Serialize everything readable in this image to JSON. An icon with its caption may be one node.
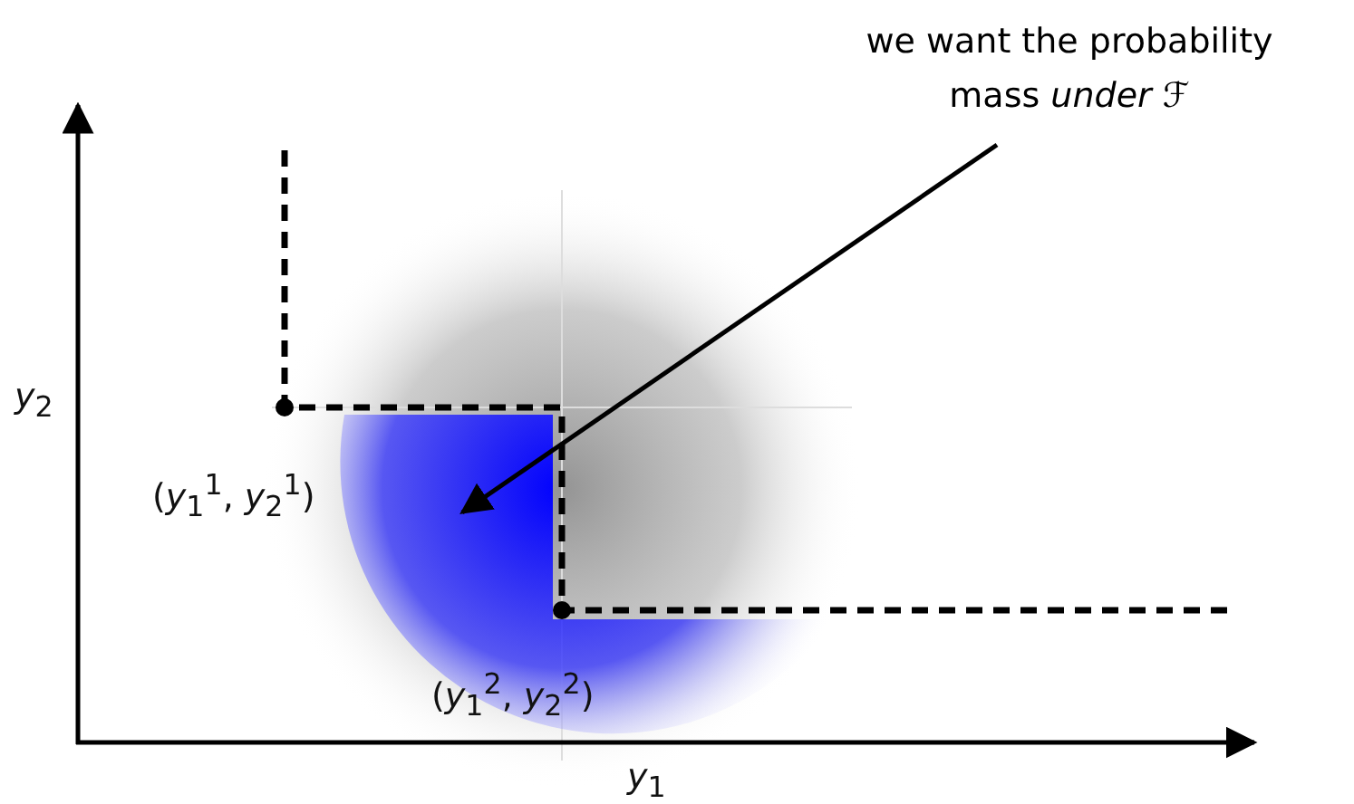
{
  "diagram": {
    "nodes": [
      {
        "text": [
          "we want the probability mass *under* ℱ"
        ]
      },
      {
        "text": [],
        "shape": "picture"
      }
    ],
    "edges": [
      {
        "from": 0,
        "to": 1,
        "arrow": "to"
      }
    ],
    "labels": [
      "*y*$_{2}$",
      "(*y*$_{1}$$^{1}$, *y*$_{2}$$^{1}$)",
      "(*y*$_{1}$$^{2}$, *y*$_{2}$$^{2}$)",
      "*y*$_{1}$"
    ]
  }
}
